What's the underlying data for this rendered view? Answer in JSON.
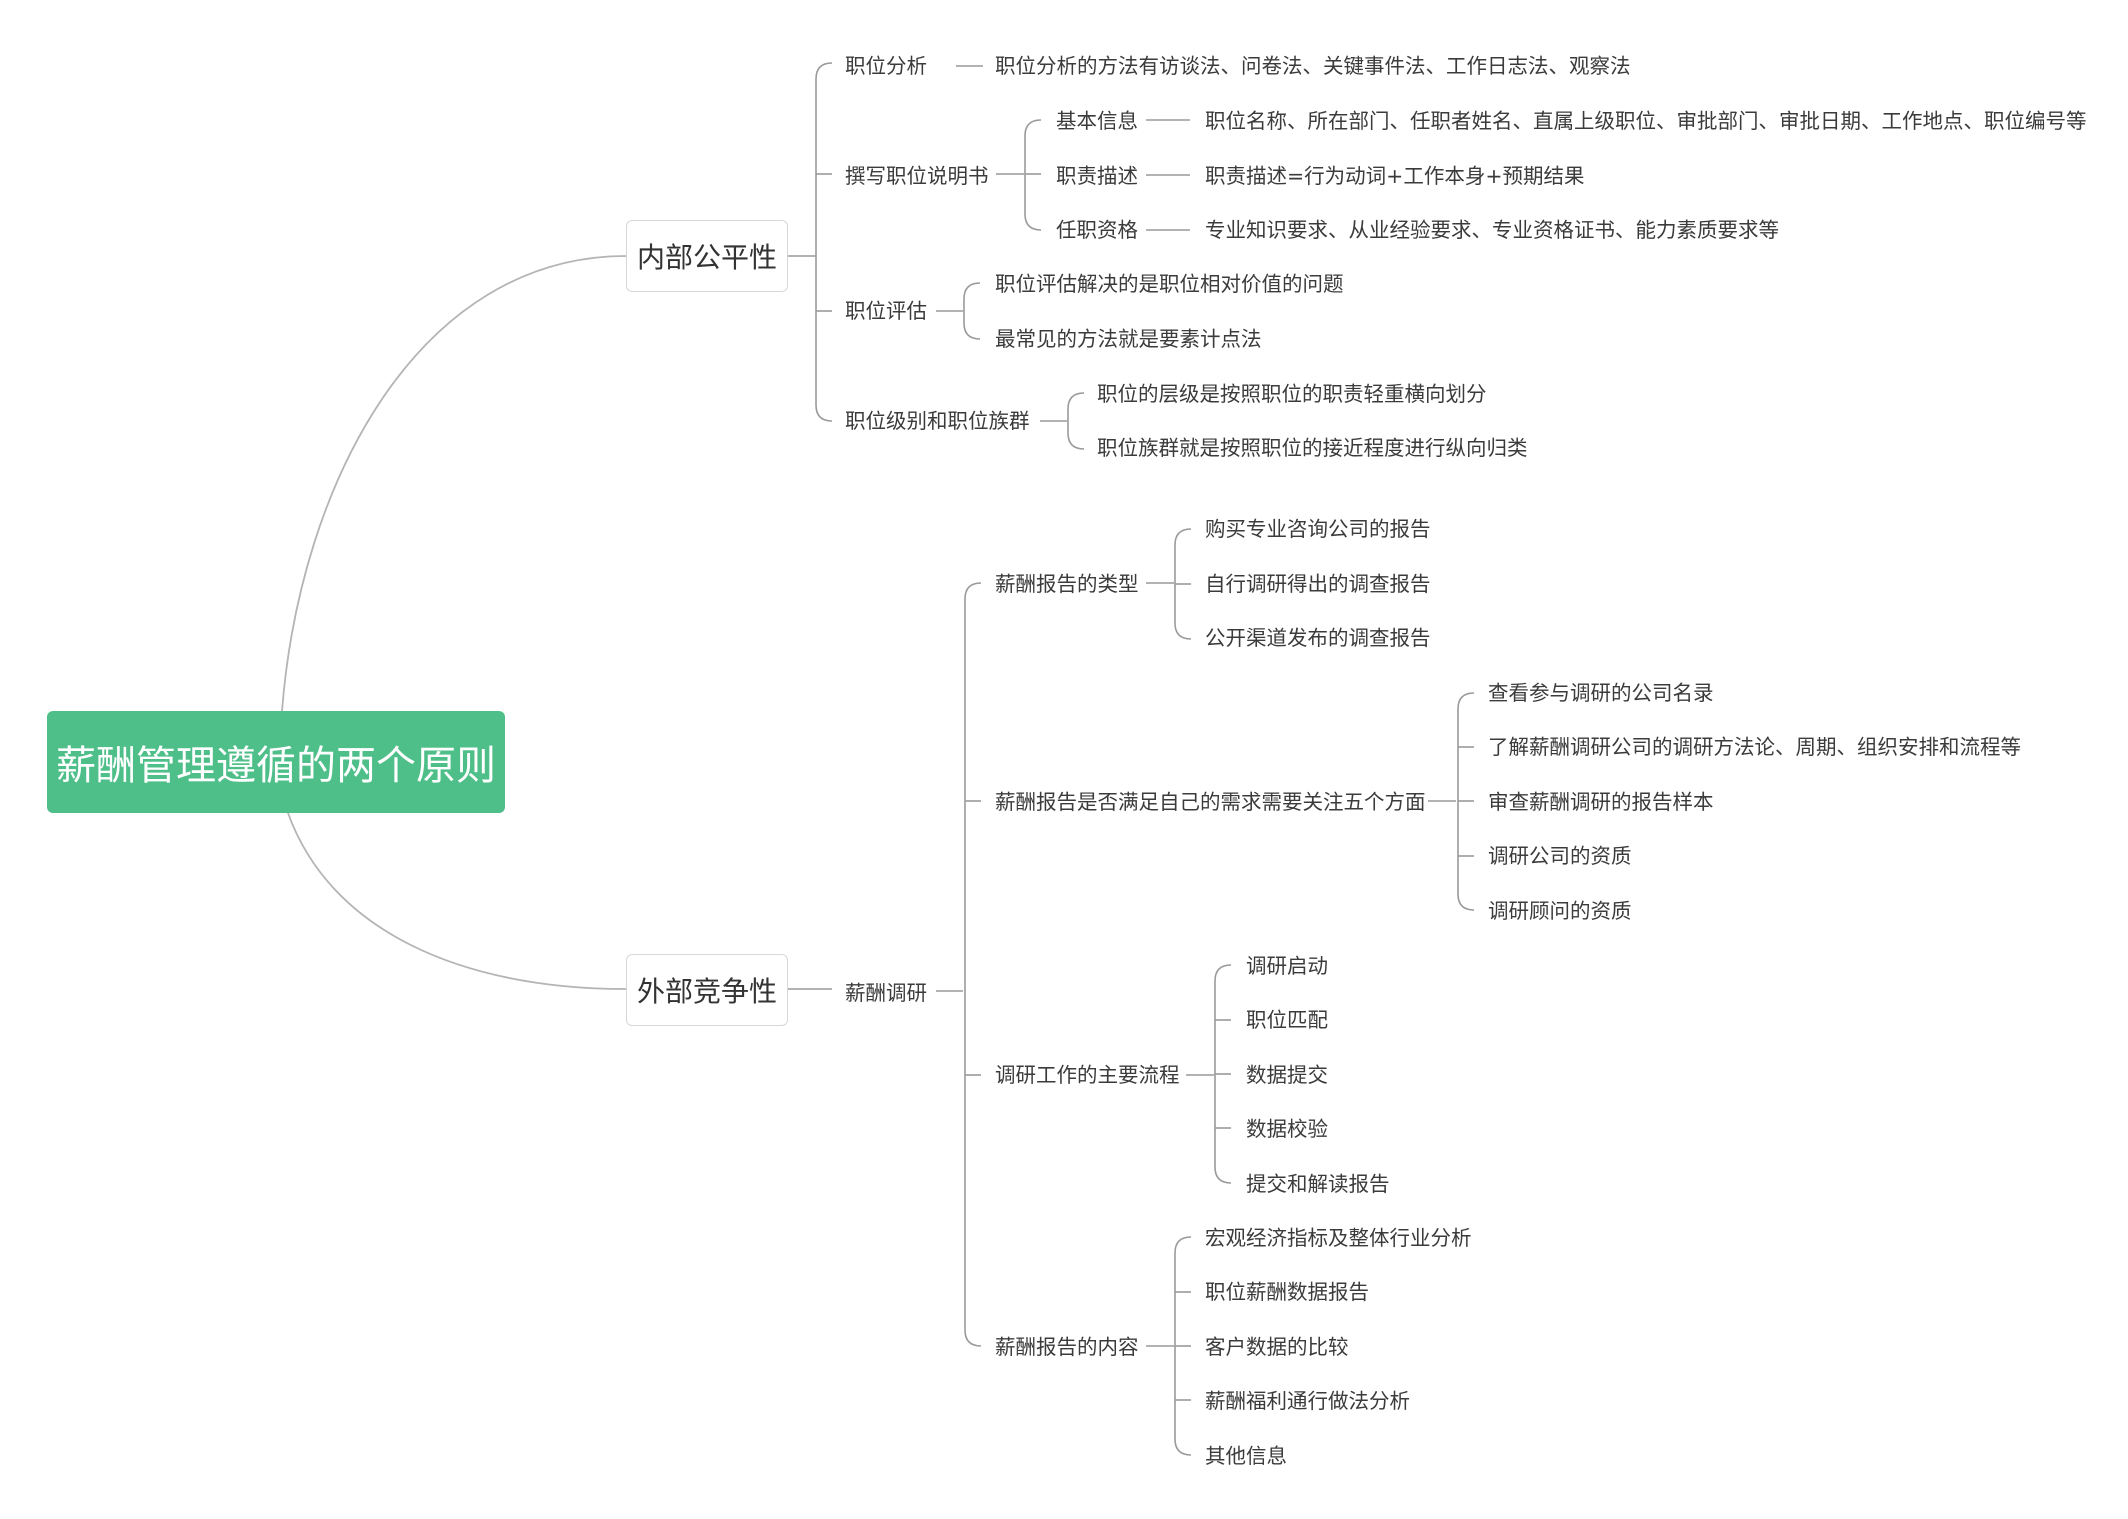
{
  "root": "薪酬管理遵循的两个原则",
  "internal": {
    "label": "内部公平性",
    "job_analysis": {
      "label": "职位分析",
      "methods": "职位分析的方法有访谈法、问卷法、关键事件法、工作日志法、观察法"
    },
    "job_description": {
      "label": "撰写职位说明书",
      "basic": {
        "label": "基本信息",
        "detail": "职位名称、所在部门、任职者姓名、直属上级职位、审批部门、审批日期、工作地点、职位编号等"
      },
      "duties": {
        "label": "职责描述",
        "detail": "职责描述=行为动词+工作本身+预期结果"
      },
      "qualifications": {
        "label": "任职资格",
        "detail": "专业知识要求、从业经验要求、专业资格证书、能力素质要求等"
      }
    },
    "job_evaluation": {
      "label": "职位评估",
      "items": [
        "职位评估解决的是职位相对价值的问题",
        "最常见的方法就是要素计点法"
      ]
    },
    "job_levels": {
      "label": "职位级别和职位族群",
      "items": [
        "职位的层级是按照职位的职责轻重横向划分",
        "职位族群就是按照职位的接近程度进行纵向归类"
      ]
    }
  },
  "external": {
    "label": "外部竞争性",
    "survey": {
      "label": "薪酬调研",
      "report_types": {
        "label": "薪酬报告的类型",
        "items": [
          "购买专业咨询公司的报告",
          "自行调研得出的调查报告",
          "公开渠道发布的调查报告"
        ]
      },
      "five_aspects": {
        "label": "薪酬报告是否满足自己的需求需要关注五个方面",
        "items": [
          "查看参与调研的公司名录",
          "了解薪酬调研公司的调研方法论、周期、组织安排和流程等",
          "审查薪酬调研的报告样本",
          "调研公司的资质",
          "调研顾问的资质"
        ]
      },
      "process": {
        "label": "调研工作的主要流程",
        "items": [
          "调研启动",
          "职位匹配",
          "数据提交",
          "数据校验",
          "提交和解读报告"
        ]
      },
      "report_content": {
        "label": "薪酬报告的内容",
        "items": [
          "宏观经济指标及整体行业分析",
          "职位薪酬数据报告",
          "客户数据的比较",
          "薪酬福利通行做法分析",
          "其他信息"
        ]
      }
    }
  }
}
